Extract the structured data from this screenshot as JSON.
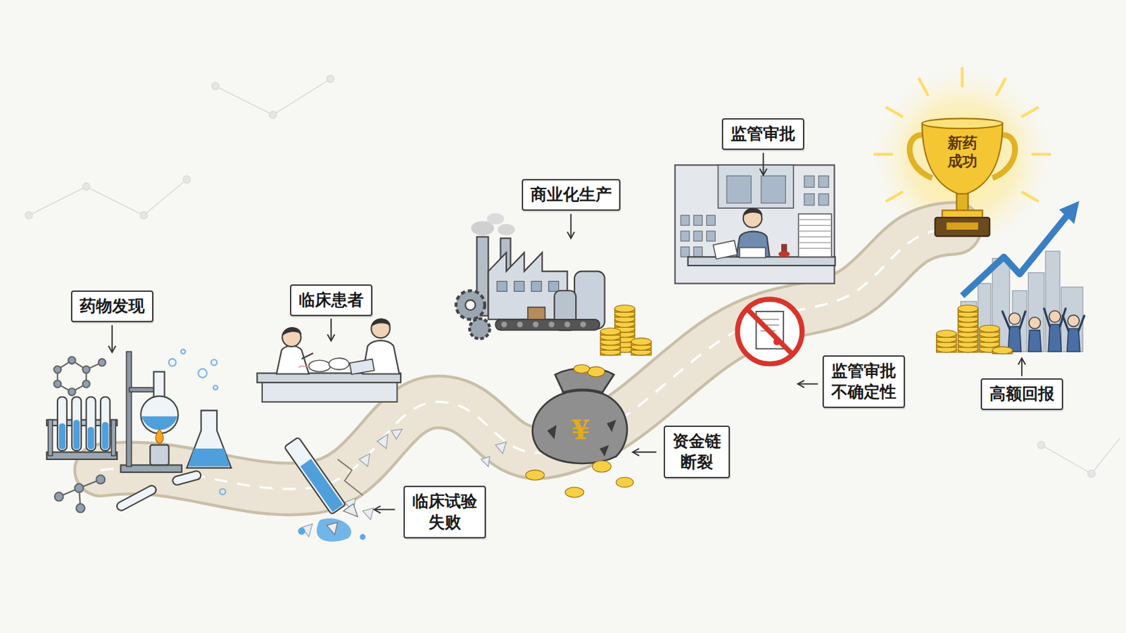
{
  "diagram": {
    "nodes": [
      {
        "text": [
          "药物发现"
        ]
      },
      {
        "text": [
          "临床患者"
        ]
      },
      {
        "text": [
          "商业化生产"
        ]
      },
      {
        "text": [
          "监管审批"
        ]
      },
      {
        "text": [
          "新药 成功"
        ]
      },
      {
        "text": [
          "临床试验 失败"
        ]
      },
      {
        "text": [
          "资金链 断裂"
        ]
      },
      {
        "text": [
          "监管审批 不确定性"
        ]
      },
      {
        "text": [
          "高额回报"
        ]
      }
    ],
    "labels": [
      "¥"
    ]
  }
}
